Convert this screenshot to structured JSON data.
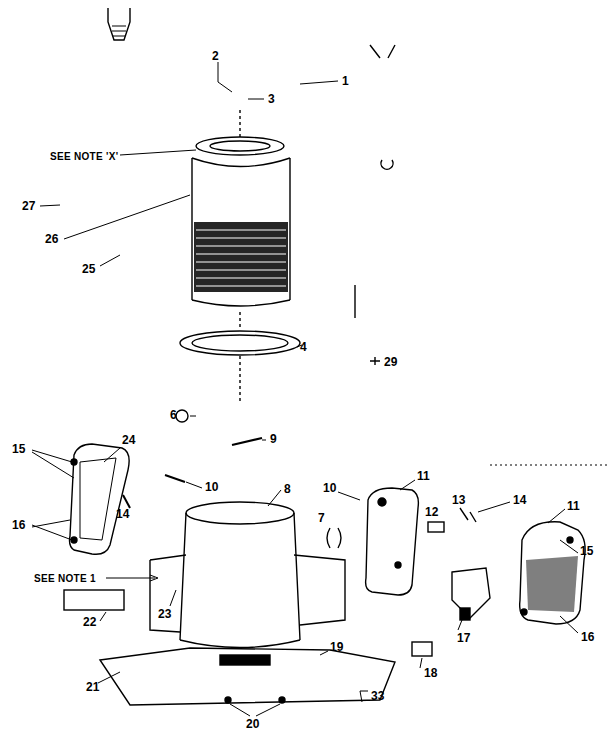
{
  "diagram": {
    "labels": [
      "2",
      "1",
      "3",
      "SEE NOTE 'X'",
      "27",
      "26",
      "25",
      "4",
      "29",
      "6",
      "9",
      "15",
      "24",
      "10",
      "8",
      "10",
      "11",
      "13",
      "14",
      "11",
      "16",
      "14",
      "7",
      "12",
      "15",
      "SEE NOTE 1",
      "23",
      "22",
      "17",
      "16",
      "19",
      "18",
      "33",
      "21",
      "20"
    ]
  }
}
